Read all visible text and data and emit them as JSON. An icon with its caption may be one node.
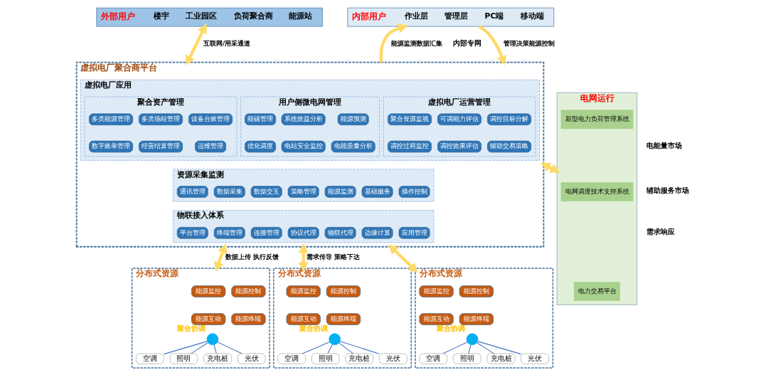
{
  "diagram": {
    "nodes": [
      {
        "text": [
          "外部用户",
          "楼宇",
          "工业园区",
          "负荷聚合商",
          "能源站"
        ]
      },
      {
        "text": [
          "内部用户",
          "作业层",
          "管理层",
          "PC端",
          "移动端"
        ]
      },
      {
        "text": [
          "电网运行"
        ]
      },
      {
        "text": [
          "新型电力负荷管理系统"
        ],
        "in": 2
      },
      {
        "text": [
          "电网调度技术支持系统"
        ],
        "in": 2
      },
      {
        "text": [
          "电力交易平台"
        ],
        "in": 2
      },
      {
        "text": [
          "虚拟电厂聚合商平台"
        ]
      },
      {
        "text": [
          "虚拟电厂应用"
        ],
        "in": 6
      },
      {
        "text": [
          "聚合资产管理"
        ],
        "in": 7
      },
      {
        "text": [
          "多类能源管理"
        ],
        "in": 8
      },
      {
        "text": [
          "多类场站管理"
        ],
        "in": 8
      },
      {
        "text": [
          "设备台账管理"
        ],
        "in": 8
      },
      {
        "text": [
          "数字账单管理"
        ],
        "in": 8
      },
      {
        "text": [
          "经营结算管理"
        ],
        "in": 8
      },
      {
        "text": [
          "运维管理"
        ],
        "in": 8
      },
      {
        "text": [
          "用户侧微电网管理"
        ],
        "in": 7
      },
      {
        "text": [
          "能碳管理"
        ],
        "in": 15
      },
      {
        "text": [
          "系统效益分析"
        ],
        "in": 15
      },
      {
        "text": [
          "能源预测"
        ],
        "in": 15
      },
      {
        "text": [
          "优化调度"
        ],
        "in": 15
      },
      {
        "text": [
          "电站安全监控"
        ],
        "in": 15
      },
      {
        "text": [
          "电能质量分析"
        ],
        "in": 15
      },
      {
        "text": [
          "虚拟电厂运营管理"
        ],
        "in": 7
      },
      {
        "text": [
          "聚合资源监视"
        ],
        "in": 22
      },
      {
        "text": [
          "可调能力评估"
        ],
        "in": 22
      },
      {
        "text": [
          "调控目标分解"
        ],
        "in": 22
      },
      {
        "text": [
          "调控过程监控"
        ],
        "in": 22
      },
      {
        "text": [
          "调控效果评估"
        ],
        "in": 22
      },
      {
        "text": [
          "辅助交易策略"
        ],
        "in": 22
      },
      {
        "text": [
          "资源采集监测"
        ],
        "in": 6
      },
      {
        "text": [
          "通讯管理"
        ],
        "in": 29
      },
      {
        "text": [
          "数据采集"
        ],
        "in": 29
      },
      {
        "text": [
          "数据交互"
        ],
        "in": 29
      },
      {
        "text": [
          "策略管理"
        ],
        "in": 29
      },
      {
        "text": [
          "能源监测"
        ],
        "in": 29
      },
      {
        "text": [
          "基础服务"
        ],
        "in": 29
      },
      {
        "text": [
          "操作控制"
        ],
        "in": 29
      },
      {
        "text": [
          "物联接入体系"
        ],
        "in": 6
      },
      {
        "text": [
          "平台管理"
        ],
        "in": 37
      },
      {
        "text": [
          "终端管理"
        ],
        "in": 37
      },
      {
        "text": [
          "连接管理"
        ],
        "in": 37
      },
      {
        "text": [
          "协议代理"
        ],
        "in": 37
      },
      {
        "text": [
          "物联代理"
        ],
        "in": 37
      },
      {
        "text": [
          "边缘计算"
        ],
        "in": 37
      },
      {
        "text": [
          "应用管理"
        ],
        "in": 37
      },
      {
        "text": [
          "分布式资源"
        ]
      },
      {
        "text": [
          "能源监控"
        ],
        "in": 45
      },
      {
        "text": [
          "能源控制"
        ],
        "in": 45
      },
      {
        "text": [
          "能源互动"
        ],
        "in": 45
      },
      {
        "text": [
          "能源终端"
        ],
        "in": 45
      },
      {
        "text": [],
        "shape": "circle",
        "beside": [
          "聚合协调"
        ],
        "in": 45
      },
      {
        "text": [
          "空调"
        ],
        "in": 45
      },
      {
        "text": [
          "照明"
        ],
        "in": 45
      },
      {
        "text": [
          "充电桩"
        ],
        "in": 45
      },
      {
        "text": [
          "光伏"
        ],
        "in": 45
      },
      {
        "text": [
          "分布式资源"
        ]
      },
      {
        "text": [
          "能源监控"
        ],
        "in": 55
      },
      {
        "text": [
          "能源控制"
        ],
        "in": 55
      },
      {
        "text": [
          "能源互动"
        ],
        "in": 55
      },
      {
        "text": [
          "能源终端"
        ],
        "in": 55
      },
      {
        "text": [],
        "shape": "circle",
        "beside": [
          "聚合协调"
        ],
        "in": 55
      },
      {
        "text": [
          "空调"
        ],
        "in": 55
      },
      {
        "text": [
          "照明"
        ],
        "in": 55
      },
      {
        "text": [
          "充电桩"
        ],
        "in": 55
      },
      {
        "text": [
          "光伏"
        ],
        "in": 55
      },
      {
        "text": [
          "分布式资源"
        ]
      },
      {
        "text": [
          "能源监控"
        ],
        "in": 65
      },
      {
        "text": [
          "能源控制"
        ],
        "in": 65
      },
      {
        "text": [
          "能源互动"
        ],
        "in": 65
      },
      {
        "text": [
          "能源终端"
        ],
        "in": 65
      },
      {
        "text": [],
        "shape": "circle",
        "beside": [
          "聚合协调"
        ],
        "in": 65
      },
      {
        "text": [
          "空调"
        ],
        "in": 65
      },
      {
        "text": [
          "照明"
        ],
        "in": 65
      },
      {
        "text": [
          "充电桩"
        ],
        "in": 65
      },
      {
        "text": [
          "光伏"
        ],
        "in": 65
      }
    ],
    "edges": [
      {
        "from": 0,
        "to": 6,
        "arrow": "both",
        "label": "互联网/用采通道",
        "style": "thick",
        "color": "#ffd966"
      },
      {
        "from": 6,
        "to": 1,
        "arrow": "to",
        "label": "能源监测数据汇集",
        "style": "thick",
        "color": "#ffd966"
      },
      {
        "from": 1,
        "to": 6,
        "arrow": "to",
        "label": "管理决策能源控制",
        "style": "thick",
        "color": "#ffd966"
      },
      {
        "from": 6,
        "to": 2,
        "arrow": "both",
        "style": "thick",
        "color": "#ffd966"
      },
      {
        "from": 6,
        "to": 45,
        "arrow": "both",
        "label": "数据上传 执行反馈",
        "style": "thick",
        "color": "#ffd966"
      },
      {
        "from": 6,
        "to": 55,
        "arrow": "both",
        "label": "需求传导 策略下达",
        "style": "thick",
        "color": "#ffd966"
      },
      {
        "from": 6,
        "to": 65,
        "arrow": "both",
        "style": "thick",
        "color": "#ffd966"
      },
      {
        "from": 50,
        "to": 51,
        "arrow": "none"
      },
      {
        "from": 50,
        "to": 52,
        "arrow": "none"
      },
      {
        "from": 50,
        "to": 53,
        "arrow": "none"
      },
      {
        "from": 50,
        "to": 54,
        "arrow": "none"
      },
      {
        "from": 60,
        "to": 61,
        "arrow": "none"
      },
      {
        "from": 60,
        "to": 62,
        "arrow": "none"
      },
      {
        "from": 60,
        "to": 63,
        "arrow": "none"
      },
      {
        "from": 60,
        "to": 64,
        "arrow": "none"
      },
      {
        "from": 70,
        "to": 71,
        "arrow": "none"
      },
      {
        "from": 70,
        "to": 72,
        "arrow": "none"
      },
      {
        "from": 70,
        "to": 73,
        "arrow": "none"
      },
      {
        "from": 70,
        "to": 74,
        "arrow": "none"
      }
    ],
    "labels": [
      "内部专网",
      "电能量市场",
      "辅助服务市场",
      "需求响应"
    ]
  }
}
